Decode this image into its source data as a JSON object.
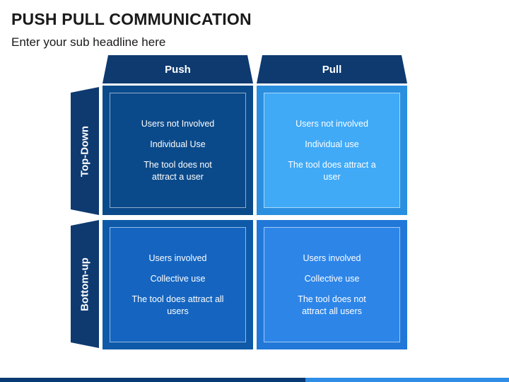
{
  "header": {
    "title": "PUSH PULL COMMUNICATION",
    "subtitle": "Enter your sub headline here"
  },
  "columns": [
    "Push",
    "Pull"
  ],
  "rows": [
    "Top-Down",
    "Bottom-up"
  ],
  "cells": {
    "top_push": {
      "line1": "Users not Involved",
      "line2": "Individual Use",
      "line3": "The tool does not attract a user",
      "color": "#0b4a8a"
    },
    "top_pull": {
      "line1": "Users not involved",
      "line2": "Individual use",
      "line3": "The tool does attract a user",
      "color": "#3aa6f5"
    },
    "bottom_push": {
      "line1": "Users involved",
      "line2": "Collective use",
      "line3": "The tool does attract all users",
      "color": "#1565c0"
    },
    "bottom_pull": {
      "line1": "Users involved",
      "line2": "Collective use",
      "line3": "The tool does not attract all users",
      "color": "#2d85e8"
    }
  },
  "colors": {
    "header_navy": "#0e3a70",
    "footer_dark": "#0a3a73",
    "footer_light": "#2e8de6"
  }
}
